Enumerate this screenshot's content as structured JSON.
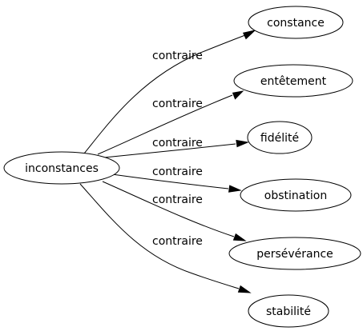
{
  "diagram": {
    "source": {
      "label": "inconstances"
    },
    "targets": [
      {
        "label": "constance",
        "relation": "contraire"
      },
      {
        "label": "entêtement",
        "relation": "contraire"
      },
      {
        "label": "fidélité",
        "relation": "contraire"
      },
      {
        "label": "obstination",
        "relation": "contraire"
      },
      {
        "label": "persévérance",
        "relation": "contraire"
      },
      {
        "label": "stabilité",
        "relation": "contraire"
      }
    ]
  }
}
